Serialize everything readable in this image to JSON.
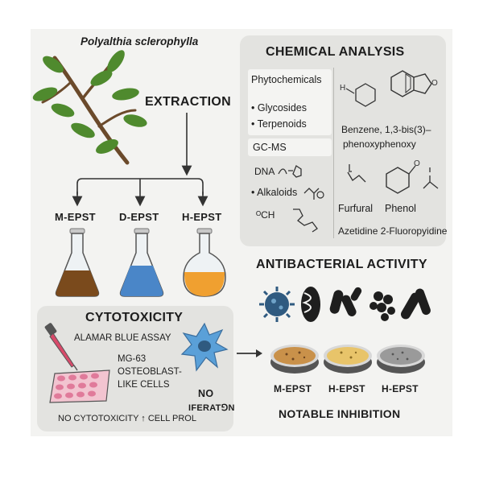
{
  "plant": {
    "name": "Polyalthia sclerophylla",
    "icon": "leafy-branch-icon",
    "colors": {
      "leaf": "#4f8a2e",
      "stem": "#6b4a2b"
    }
  },
  "extraction": {
    "label": "EXTRACTION",
    "extracts": [
      {
        "label": "M-EPST",
        "color": "#7a4a1c"
      },
      {
        "label": "D-EPST",
        "color": "#4a86c8"
      },
      {
        "label": "H-EPST",
        "color": "#f0a030"
      }
    ]
  },
  "chemical_analysis": {
    "title": "CHEMICAL ANALYSIS",
    "phytochemicals_header": "Phytochemicals",
    "phytochemicals": [
      "Glycosides",
      "Terpenoids"
    ],
    "gcms_header": "GC-MS",
    "dna_label": "DNA",
    "alkaloids": "Alkaloids",
    "compounds": {
      "benzene": "Benzene, 1,3-bis(3)–",
      "phenoxy": "phenoxyphenoxy",
      "furfural": "Furfural",
      "phenol": "Phenol",
      "azetidine": "Azetidine 2-Fluoropyidine"
    }
  },
  "antibacterial": {
    "title": "ANTIBACTERIAL ACTIVITY",
    "plates": [
      {
        "label": "M-EPST",
        "color": "#c9914a"
      },
      {
        "label": "H-EPST",
        "color": "#e8c46a"
      },
      {
        "label": "H-EPST",
        "color": "#9a9a9a"
      }
    ],
    "result": "NOTABLE INHIBITION"
  },
  "cytotoxicity": {
    "title": "CYTOTOXICITY",
    "assay": "ALAMAR BLUE ASSAY",
    "cells_line1": "MG-63",
    "cells_line2": "OSTEOBLAST-",
    "cells_line3": "LIKE CELLS",
    "no_label": "NO",
    "iferation": "IFERATꓨN",
    "conclusion": "NO CYTOTOXICITY ↑ CELL PROL",
    "colors": {
      "cell": "#5aa0d8",
      "well": "#e07a9a"
    }
  },
  "molecule_glyphs": {
    "oh": "ᴼCH",
    "h": "H",
    "o": "O"
  }
}
